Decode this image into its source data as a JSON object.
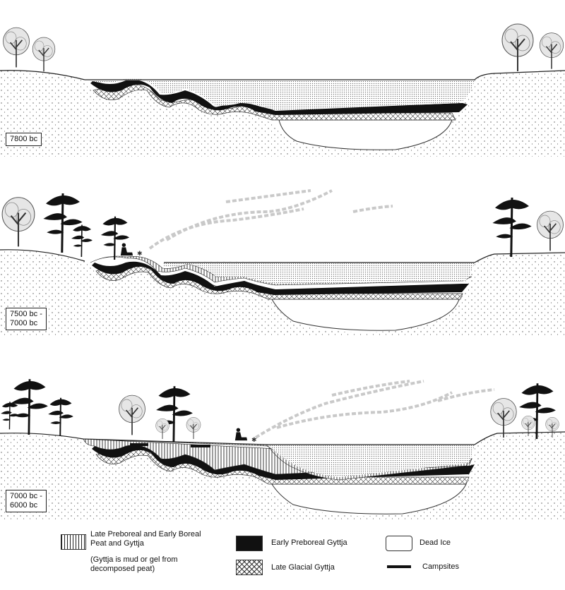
{
  "panels": [
    {
      "label_lines": [
        "7800 bc"
      ]
    },
    {
      "label_lines": [
        "7500 bc -",
        "7000 bc"
      ]
    },
    {
      "label_lines": [
        "7000 bc -",
        "6000 bc"
      ]
    }
  ],
  "legend": {
    "peat_line1": "Late Preboreal and Early Boreal",
    "peat_line2": "Peat and Gyttja",
    "note_line1": "(Gyttja is mud or gel from",
    "note_line2": "decomposed peat)",
    "early_gyttja": "Early Preboreal Gyttja",
    "late_gyttja": "Late Glacial Gyttja",
    "dead_ice": "Dead Ice",
    "campsites": "Campsites"
  },
  "colors": {
    "ground_dots": "#555555",
    "gyttja_black": "#111111",
    "outline": "#222222",
    "smoke": "#c9c9c9"
  },
  "icons": [
    "deciduous-tree-icon",
    "pine-tree-icon",
    "seated-person-icon",
    "campfire-icon",
    "smoke-icon"
  ]
}
